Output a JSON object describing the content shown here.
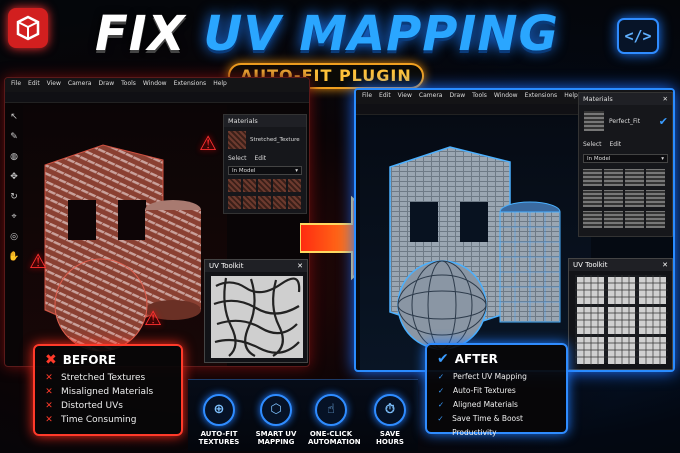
{
  "header": {
    "title_white": "FIX",
    "title_blue": "UV MAPPING",
    "subtitle": "AUTO-FIT PLUGIN",
    "code_icon": "</>"
  },
  "menu_left": [
    "File",
    "Edit",
    "View",
    "Camera",
    "Draw",
    "Tools",
    "Window",
    "Extensions",
    "Help"
  ],
  "menu_right": [
    "File",
    "Edit",
    "View",
    "Camera",
    "Draw",
    "Tools",
    "Window",
    "Extensions",
    "Help"
  ],
  "before_panel": {
    "title": "Materials",
    "swatch_label": "Stretched_Texture",
    "tabs": [
      "Select",
      "Edit"
    ],
    "dropdown": "In Model",
    "close": "✕"
  },
  "after_panel": {
    "title": "Materials",
    "swatch_label": "Perfect_Fit",
    "tabs": [
      "Select",
      "Edit"
    ],
    "dropdown": "In Model",
    "close": "✕"
  },
  "toolkit_left": {
    "title": "UV Toolkit",
    "close": "✕"
  },
  "toolkit_right": {
    "title": "UV Toolkit",
    "close": "✕"
  },
  "before": {
    "heading": "BEFORE",
    "items": [
      "Stretched Textures",
      "Misaligned Materials",
      "Distorted UVs",
      "Time Consuming"
    ]
  },
  "after": {
    "heading": "AFTER",
    "items": [
      "Perfect UV Mapping",
      "Auto-Fit Textures",
      "Aligned Materials",
      "Save Time & Boost Productivity"
    ]
  },
  "features": [
    {
      "line1": "AUTO-FIT",
      "line2": "TEXTURES",
      "icon": "⊕"
    },
    {
      "line1": "SMART UV",
      "line2": "MAPPING",
      "icon": "⬡"
    },
    {
      "line1": "ONE-CLICK",
      "line2": "AUTOMATION",
      "icon": "☝"
    },
    {
      "line1": "SAVE",
      "line2": "HOURS",
      "icon": "⏱"
    }
  ],
  "colors": {
    "before_accent": "#ff3a2a",
    "after_accent": "#2f8cff",
    "pill": "#f0a020"
  }
}
